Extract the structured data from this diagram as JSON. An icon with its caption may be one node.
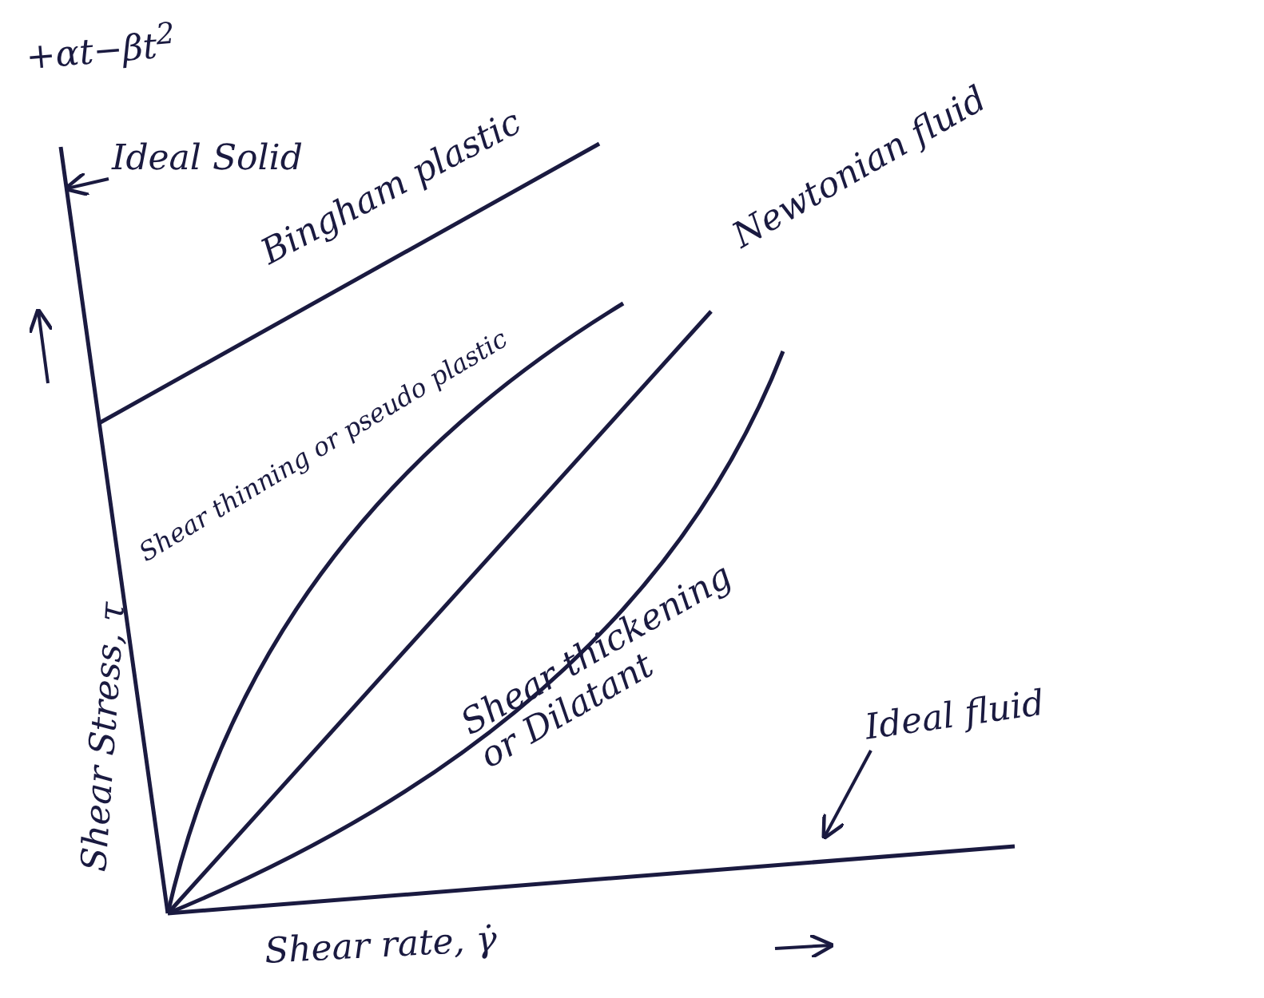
{
  "diagram": {
    "nodes": [
      {
        "text": [
          "Ideal Solid"
        ]
      },
      {
        "text": [
          "Ideal fluid"
        ]
      }
    ],
    "edges": [
      {
        "from": 0,
        "to": null,
        "arrow": "to"
      },
      {
        "from": 1,
        "to": null,
        "arrow": "to"
      }
    ],
    "labels": [
      "+αt−βt$^{2}$",
      "Bingham plastic",
      "Newtonian fluid",
      "Shear thinning or pseudo plastic",
      "Shear thickening or Dilatant",
      "Shear Stress, τ",
      "Shear rate, γ̇"
    ]
  }
}
